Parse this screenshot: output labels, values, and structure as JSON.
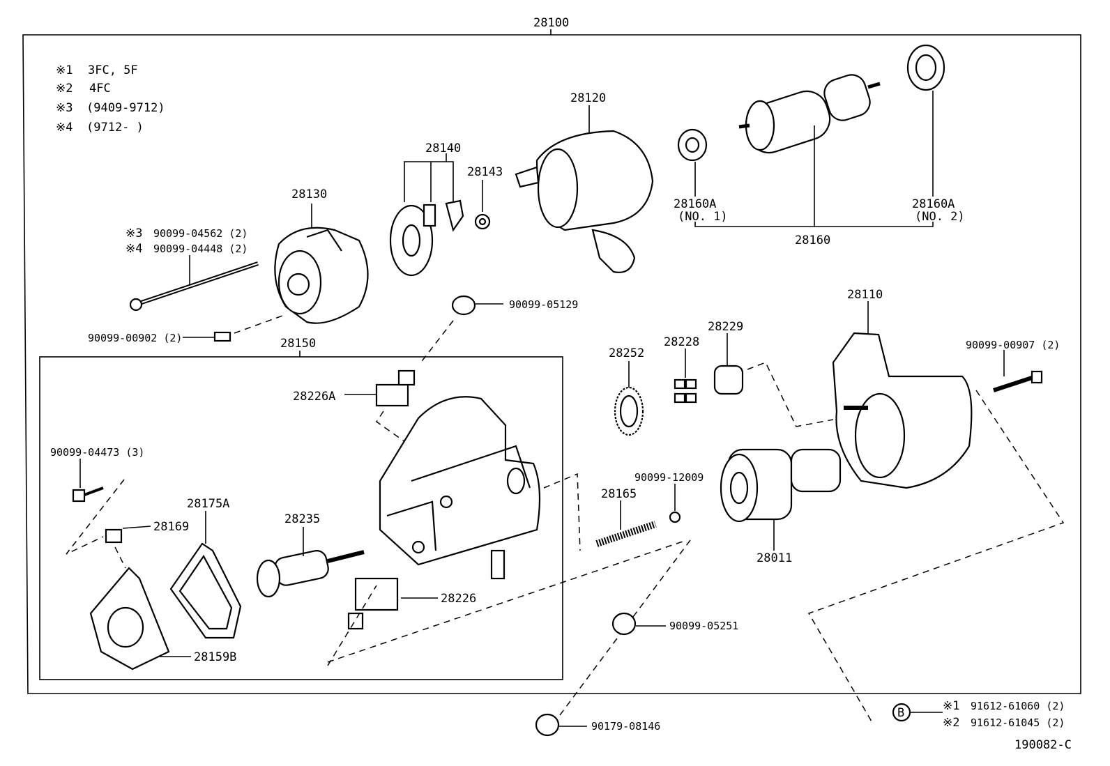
{
  "assembly": "28100",
  "notes": [
    {
      "mark": "※1",
      "text": "3FC, 5F"
    },
    {
      "mark": "※2",
      "text": "4FC"
    },
    {
      "mark": "※3",
      "text": "(9409-9712)"
    },
    {
      "mark": "※4",
      "text": "(9712-      )"
    }
  ],
  "parts": {
    "p28120": "28120",
    "p28140": "28140",
    "p28143": "28143",
    "p28130": "28130",
    "p28160A1": "28160A",
    "p28160A1_sub": "(NO. 1)",
    "p28160A2": "28160A",
    "p28160A2_sub": "(NO. 2)",
    "p28160": "28160",
    "bolt_m3": "※3",
    "bolt_a": "90099-04562 (2)",
    "bolt_m4": "※4",
    "bolt_b": "90099-04448 (2)",
    "screw_902": "90099-00902 (2)",
    "cap_05129": "90099-05129",
    "p28150": "28150",
    "p28226A": "28226A",
    "bolt_04473": "90099-04473 (3)",
    "p28169": "28169",
    "p28175A": "28175A",
    "p28235": "28235",
    "p28226": "28226",
    "p28159B": "28159B",
    "p28110": "28110",
    "p28252": "28252",
    "p28228": "28228",
    "p28229": "28229",
    "bolt_907": "90099-00907 (2)",
    "ball_12009": "90099-12009",
    "p28165": "28165",
    "p28011": "28011",
    "cap_05251": "90099-05251",
    "cap_08146": "90179-08146",
    "b_circle": "B",
    "b_m1": "※1",
    "b_part1": "91612-61060 (2)",
    "b_m2": "※2",
    "b_part2": "91612-61045 (2)",
    "figure_code": "190082-C"
  }
}
